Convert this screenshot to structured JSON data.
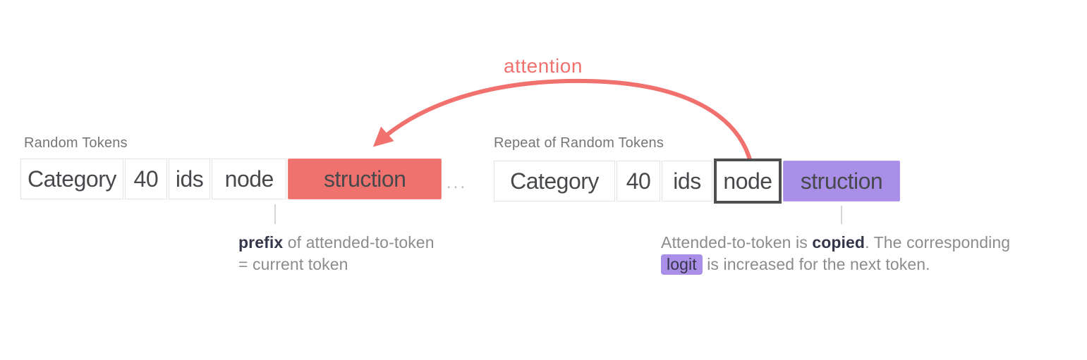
{
  "attention_label": "attention",
  "colors": {
    "salmon_accent": "#F0716E",
    "red_token_bg": "#F0726E",
    "purple_token_bg": "#A98FE8",
    "token_border": "#E4E4E4",
    "token_text": "#47494C",
    "node_box_border": "#4F4F4F",
    "label_gray": "#767676",
    "caption_gray": "#8C8C8C",
    "caption_dark": "#35364A"
  },
  "left_sequence": {
    "label": "Random Tokens",
    "tokens": [
      "Category",
      "40",
      "ids",
      "node",
      "struction"
    ],
    "highlighted_token": "struction",
    "highlight_style": "red",
    "ellipsis": "...",
    "caption": {
      "bold": "prefix",
      "line1_rest": " of attended-to-token",
      "line2": "= current token"
    }
  },
  "right_sequence": {
    "label": "Repeat of Random Tokens",
    "tokens": [
      "Category",
      "40",
      "ids",
      "node",
      "struction"
    ],
    "boxed_token": "node",
    "highlighted_token": "struction",
    "highlight_style": "purple",
    "caption": {
      "line1_pre": "Attended-to-token is ",
      "bold": "copied",
      "line1_post": ". The corresponding",
      "line2_highlight": "logit",
      "line2_rest": " is increased for the next token."
    }
  }
}
